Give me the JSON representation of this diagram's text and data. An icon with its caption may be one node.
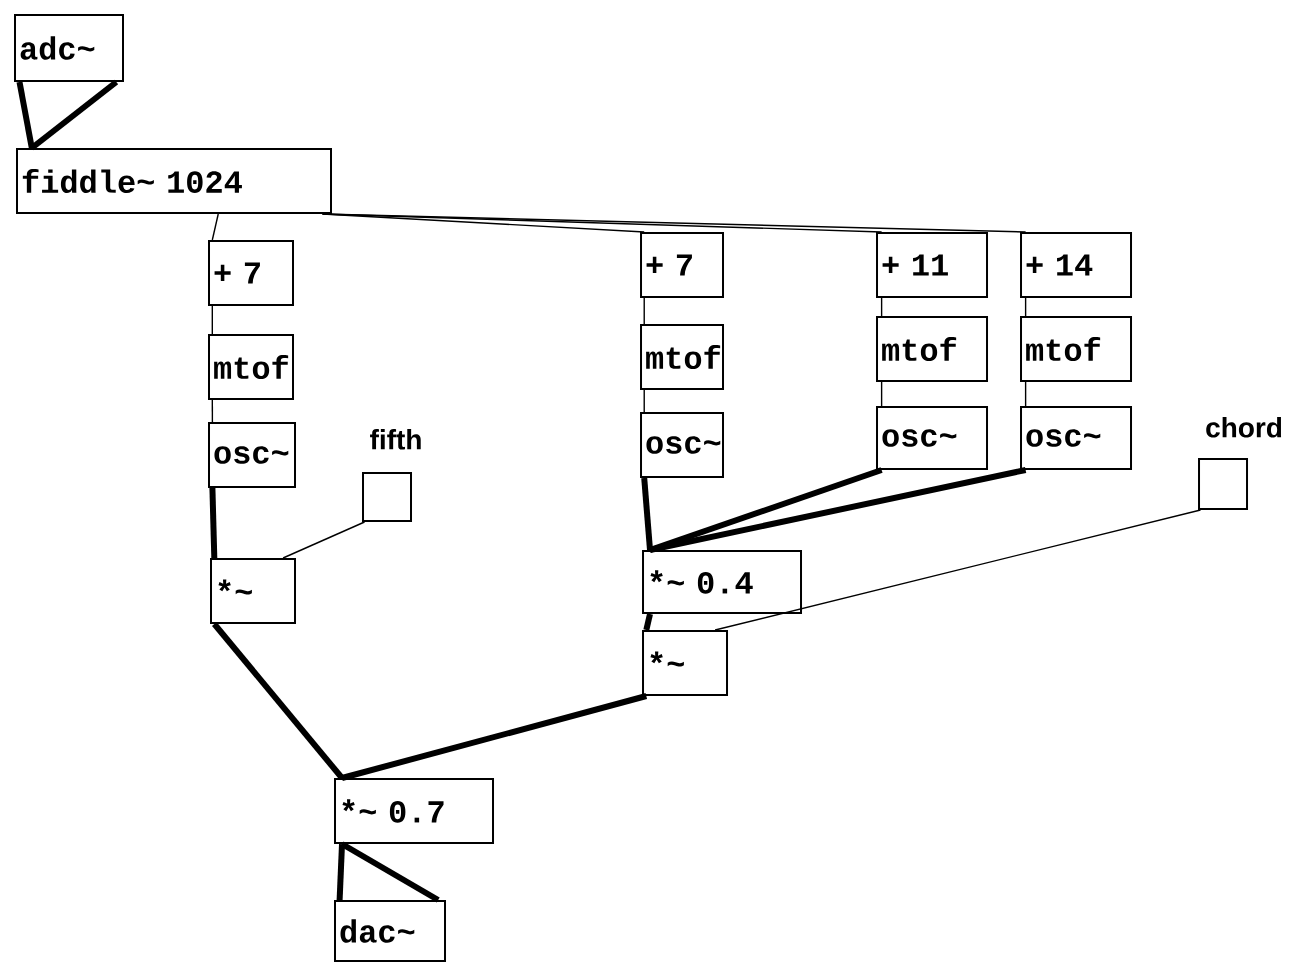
{
  "diagram": {
    "nodes": [
      {
        "text": [
          "adc~"
        ]
      },
      {
        "text": [
          "fiddle~ 1024"
        ]
      },
      {
        "text": [
          "+ 7"
        ]
      },
      {
        "text": [
          "mtof"
        ]
      },
      {
        "text": [
          "osc~"
        ]
      },
      {
        "text": [],
        "shape": "box",
        "beside": [
          "fifth"
        ]
      },
      {
        "text": [
          "*~"
        ]
      },
      {
        "text": [
          "+ 7"
        ]
      },
      {
        "text": [
          "mtof"
        ]
      },
      {
        "text": [
          "osc~"
        ]
      },
      {
        "text": [
          "+ 11"
        ]
      },
      {
        "text": [
          "mtof"
        ]
      },
      {
        "text": [
          "osc~"
        ]
      },
      {
        "text": [
          "+ 14"
        ]
      },
      {
        "text": [
          "mtof"
        ]
      },
      {
        "text": [
          "osc~"
        ]
      },
      {
        "text": [],
        "shape": "box",
        "beside": [
          "chord"
        ]
      },
      {
        "text": [
          "*~ 0.4"
        ]
      },
      {
        "text": [
          "*~"
        ]
      },
      {
        "text": [
          "*~ 0.7"
        ]
      },
      {
        "text": [
          "dac~"
        ]
      }
    ],
    "edges": [
      {
        "from": 0,
        "to": 1,
        "arrow": "none",
        "style": "thick"
      },
      {
        "from": 0,
        "to": 1,
        "arrow": "none",
        "style": "thick"
      },
      {
        "from": 1,
        "to": 2,
        "arrow": "none"
      },
      {
        "from": 1,
        "to": 7,
        "arrow": "none"
      },
      {
        "from": 1,
        "to": 10,
        "arrow": "none"
      },
      {
        "from": 1,
        "to": 13,
        "arrow": "none"
      },
      {
        "from": 2,
        "to": 3,
        "arrow": "none"
      },
      {
        "from": 3,
        "to": 4,
        "arrow": "none"
      },
      {
        "from": 4,
        "to": 6,
        "arrow": "none",
        "style": "thick"
      },
      {
        "from": 5,
        "to": 6,
        "arrow": "none"
      },
      {
        "from": 6,
        "to": 19,
        "arrow": "none",
        "style": "thick"
      },
      {
        "from": 7,
        "to": 8,
        "arrow": "none"
      },
      {
        "from": 8,
        "to": 9,
        "arrow": "none"
      },
      {
        "from": 9,
        "to": 17,
        "arrow": "none",
        "style": "thick"
      },
      {
        "from": 10,
        "to": 11,
        "arrow": "none"
      },
      {
        "from": 11,
        "to": 12,
        "arrow": "none"
      },
      {
        "from": 12,
        "to": 17,
        "arrow": "none",
        "style": "thick"
      },
      {
        "from": 13,
        "to": 14,
        "arrow": "none"
      },
      {
        "from": 14,
        "to": 15,
        "arrow": "none"
      },
      {
        "from": 15,
        "to": 17,
        "arrow": "none",
        "style": "thick"
      },
      {
        "from": 16,
        "to": 18,
        "arrow": "none"
      },
      {
        "from": 17,
        "to": 18,
        "arrow": "none",
        "style": "thick"
      },
      {
        "from": 18,
        "to": 19,
        "arrow": "none",
        "style": "thick"
      },
      {
        "from": 19,
        "to": 20,
        "arrow": "none",
        "style": "thick"
      },
      {
        "from": 19,
        "to": 20,
        "arrow": "none",
        "style": "thick"
      }
    ]
  }
}
